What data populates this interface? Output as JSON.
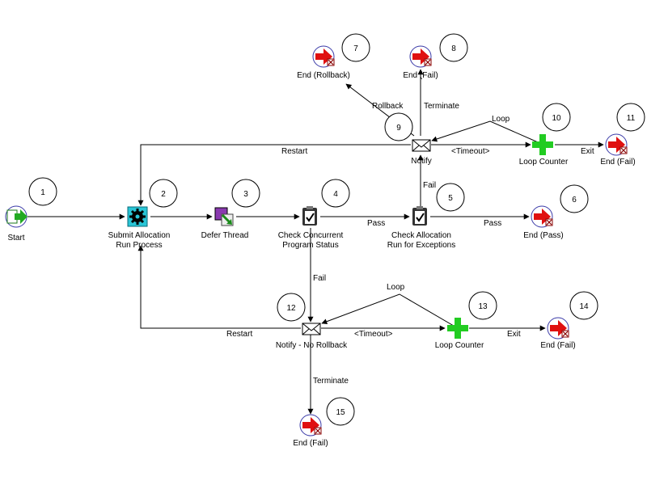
{
  "nodes": {
    "start": "Start",
    "submit_1": "Submit Allocation",
    "submit_2": "Run Process",
    "defer": "Defer Thread",
    "check_conc_1": "Check Concurrent",
    "check_conc_2": "Program Status",
    "check_alloc_1": "Check Allocation",
    "check_alloc_2": "Run for Exceptions",
    "end_pass": "End (Pass)",
    "notify": "Notify",
    "loop_counter_top": "Loop Counter",
    "end_fail_11": "End (Fail)",
    "end_rollback": "End (Rollback)",
    "end_fail_8": "End (Fail)",
    "notify_nr": "Notify - No Rollback",
    "loop_counter_bottom": "Loop Counter",
    "end_fail_14": "End (Fail)",
    "end_fail_15": "End (Fail)"
  },
  "edges": {
    "pass_1": "Pass",
    "pass_2": "Pass",
    "fail_up": "Fail",
    "fail_down": "Fail",
    "restart_top": "Restart",
    "restart_bottom": "Restart",
    "timeout_top": "<Timeout>",
    "timeout_bottom": "<Timeout>",
    "exit_top": "Exit",
    "exit_bottom": "Exit",
    "loop_top": "Loop",
    "loop_bottom": "Loop",
    "rollback": "Rollback",
    "terminate_top": "Terminate",
    "terminate_bottom": "Terminate"
  },
  "callouts": [
    "1",
    "2",
    "3",
    "4",
    "5",
    "6",
    "7",
    "8",
    "9",
    "10",
    "11",
    "12",
    "13",
    "14",
    "15"
  ]
}
